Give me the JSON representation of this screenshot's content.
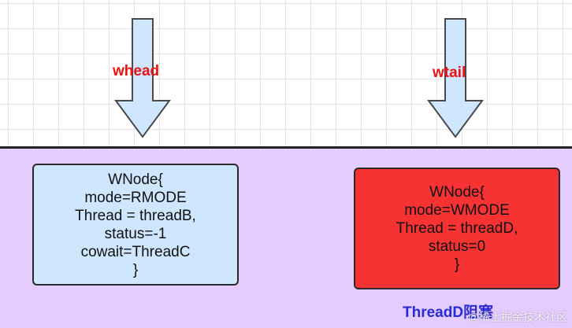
{
  "pointers": {
    "head_label": "whead",
    "tail_label": "wtail"
  },
  "nodes": {
    "left": {
      "lines": [
        "WNode{",
        "mode=RMODE",
        "Thread = threadB,",
        "status=-1",
        "cowait=ThreadC",
        "}"
      ]
    },
    "right": {
      "lines": [
        "WNode{",
        "mode=WMODE",
        "Thread = threadD,",
        "status=0",
        "}"
      ]
    }
  },
  "caption": "ThreadD阻塞",
  "watermark": "@稀土掘金技术社区",
  "colors": {
    "grid_background": "#ffffff",
    "queue_background": "#e5ccff",
    "left_node_fill": "#cfe6ff",
    "right_node_fill": "#f63232",
    "arrow_fill": "#cfe6ff",
    "pointer_label": "#ee1111",
    "caption": "#2a2ad6"
  }
}
